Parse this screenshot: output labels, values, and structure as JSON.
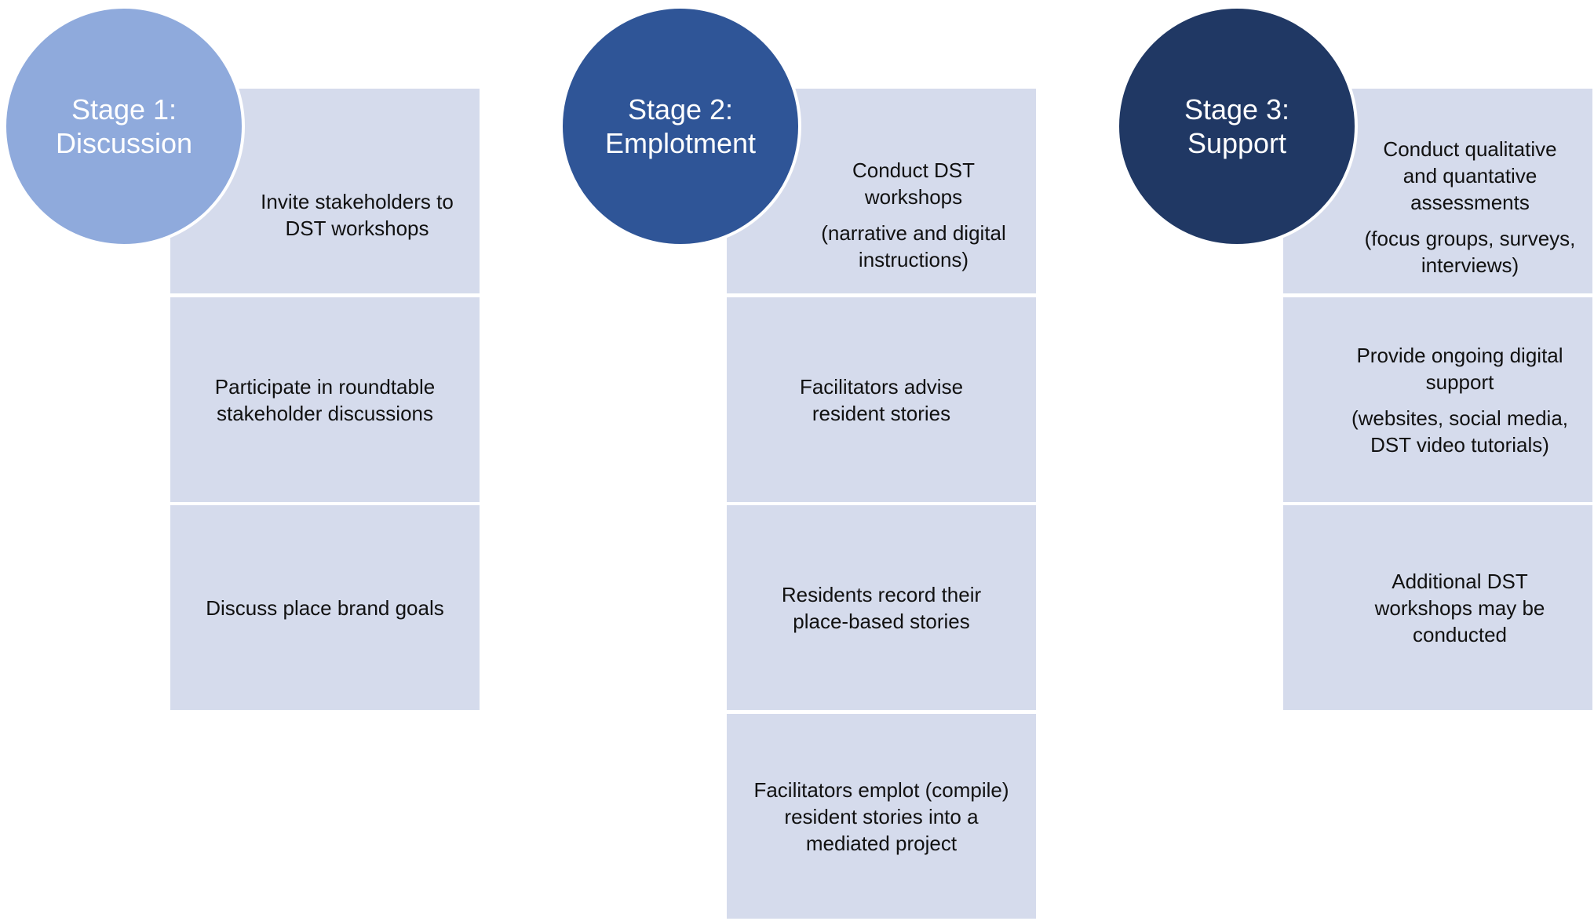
{
  "colors": {
    "box_fill": "#d5dbec",
    "stage_1_circle": "#8faadc",
    "stage_2_circle": "#2f5597",
    "stage_3_circle": "#203864"
  },
  "stages": [
    {
      "title_line1": "Stage 1:",
      "title_line2": "Discussion",
      "steps": [
        {
          "main": "Invite stakeholders to DST workshops",
          "note": ""
        },
        {
          "main": "Participate in roundtable stakeholder discussions",
          "note": ""
        },
        {
          "main": "Discuss place brand goals",
          "note": ""
        }
      ]
    },
    {
      "title_line1": "Stage 2:",
      "title_line2": "Emplotment",
      "steps": [
        {
          "main": "Conduct DST workshops",
          "note": "(narrative and digital instructions)"
        },
        {
          "main": "Facilitators advise resident stories",
          "note": ""
        },
        {
          "main": "Residents record their place-based stories",
          "note": ""
        },
        {
          "main": "Facilitators emplot (compile) resident stories into a mediated project",
          "note": ""
        }
      ]
    },
    {
      "title_line1": "Stage 3:",
      "title_line2": "Support",
      "steps": [
        {
          "main": "Conduct qualitative and quantative assessments",
          "note": "(focus groups, surveys, interviews)"
        },
        {
          "main": "Provide ongoing digital support",
          "note": "(websites, social media, DST video tutorials)"
        },
        {
          "main": "Additional DST workshops may be conducted",
          "note": ""
        }
      ]
    }
  ]
}
